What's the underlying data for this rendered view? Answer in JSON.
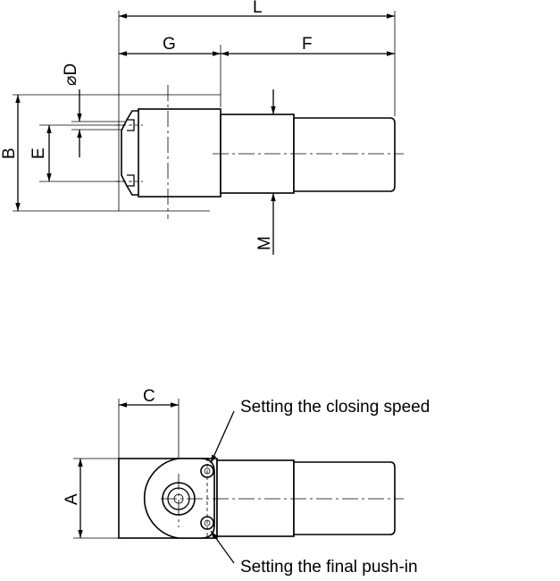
{
  "dimensions": {
    "L": "L",
    "G": "G",
    "F": "F",
    "D": "⌀D",
    "B": "B",
    "E": "E",
    "M": "M",
    "C": "C",
    "A": "A"
  },
  "annotations": {
    "closing_speed": "Setting the closing speed",
    "final_push_in": "Setting the final push-in"
  }
}
